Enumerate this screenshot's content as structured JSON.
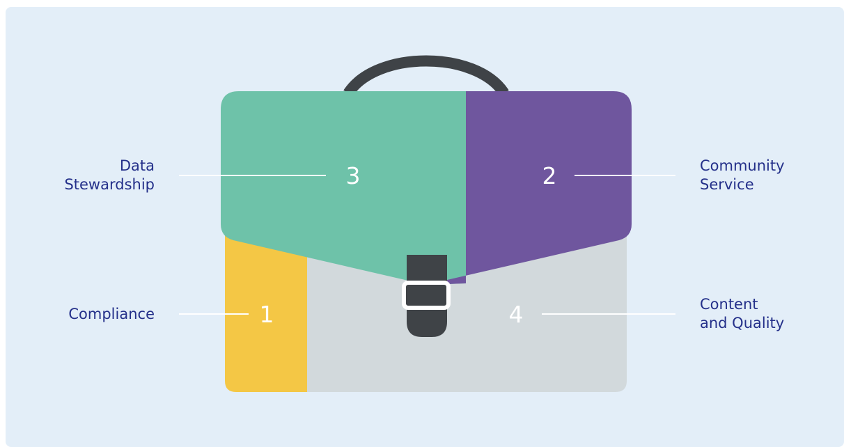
{
  "colors": {
    "background": "#e3eef8",
    "handle": "#3f4347",
    "section_1": "#f4c745",
    "section_2": "#6f569e",
    "section_3": "#6ec2a9",
    "section_4": "#d2d9dc",
    "buckle": "#3f4347",
    "connector": "#ffffff",
    "label_text": "#24308a"
  },
  "sections": {
    "s1": {
      "number": "1",
      "label": "Compliance"
    },
    "s2": {
      "number": "2",
      "label": "Community\nService"
    },
    "s3": {
      "number": "3",
      "label": "Data\nStewardship"
    },
    "s4": {
      "number": "4",
      "label": "Content\nand Quality"
    }
  },
  "icons": {
    "briefcase": "briefcase-icon",
    "handle": "handle-icon",
    "buckle": "buckle-icon"
  }
}
